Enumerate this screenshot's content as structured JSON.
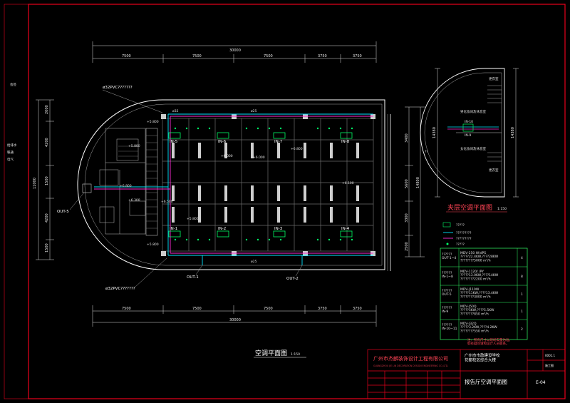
{
  "title_main": "空调平面图",
  "scale_main": "1:150",
  "title_mezz": "夹层空调平面图",
  "scale_mezz": "1:150",
  "pipe_label_top": "ø32PVC???????",
  "pipe_label_bottom": "ø32PVC???????",
  "pipe_sizes": {
    "p32": "ø32",
    "p25a": "ø25",
    "p25b": "ø25"
  },
  "dims_top": {
    "total": "30000",
    "seg": [
      "7500",
      "7500",
      "7500",
      "3750",
      "3750"
    ]
  },
  "dims_bottom": {
    "total": "30000",
    "seg": [
      "7500",
      "7500",
      "7500",
      "3750",
      "3750"
    ]
  },
  "dims_left": {
    "total": "11000",
    "seg": [
      "2000",
      "4200",
      "1500",
      "4200",
      "1500"
    ]
  },
  "dims_right": {
    "total": "14800",
    "seg": [
      "3400",
      "5600",
      "3300",
      "2500"
    ]
  },
  "mezz_dims": {
    "left": "14380",
    "right": "14380",
    "note": "??"
  },
  "units_in": [
    "IN-5",
    "IN-6",
    "IN-7",
    "IN-8",
    "IN-1",
    "IN-2",
    "IN-3",
    "IN-4"
  ],
  "units_out": [
    "OUT-5",
    "OUT-1",
    "OUT-2"
  ],
  "mezz_unit": "IN-10",
  "mezz_labels": {
    "m1": "男化妆间及休息室",
    "m2": "女化妆间及休息室",
    "m3": "更衣室",
    "m4": "更衣室",
    "m5": "IN-9"
  },
  "elev_labels": [
    "+5.800",
    "+5.800",
    "+6.000",
    "+6.000",
    "+6.100",
    "+5.800",
    "+6.500",
    "+6.800",
    "+6.300",
    "+5.800",
    "+6.800"
  ],
  "legend": [
    {
      "label": "?????"
    },
    {
      "label": "?????????"
    },
    {
      "label": "?????????"
    },
    {
      "label": "?????"
    }
  ],
  "spec_table": {
    "rows": [
      {
        "name": "??????\nOUT-1~4",
        "spec": "MDV-250 W/dPS\n?????22.4KW,????28KW\n????????5000 m³/h",
        "qty": "4"
      },
      {
        "name": "??????\nIN-1~8",
        "spec": "MDV-1120/ /PY\n?????13.0KW,????14KW\n????????2200 m³/h",
        "qty": "8"
      },
      {
        "name": "??????\nOUT-5",
        "spec": "MDV-J110W\n?????11KW,????13.4KW\n????????3000 m³/h",
        "qty": "1"
      },
      {
        "name": "??????\nIN-9",
        "spec": "MDV-J50Q\n?????5KW,????5.5KW\n????????850 m³/h",
        "qty": "1"
      },
      {
        "name": "??????\nIN-10~11",
        "spec": "MDV-J32Q\n?????3.2KW,????4.2KW\n????????550 m³/h",
        "qty": "2"
      }
    ]
  },
  "notes": "注：所有尺寸以现场实量为准，\n如有疑问请和设计人员联系。",
  "title_block": {
    "company": "广州市杰麟装饰设计工程有限公司",
    "company_en": "GUANGZHOU JIE LIN DECORATION DESIGN ENGINEERING CO.,LTD.",
    "project": "广州市市政建设学校\n花都校区综合大楼",
    "drawing_name": "报告厅空调平面图",
    "drawing_no": "E-04",
    "code": "0001.1",
    "stage": "施工图"
  },
  "left_strip": [
    "会签",
    "给排水",
    "暖通",
    "电气"
  ],
  "colors": {
    "border": "#e8001c",
    "wall": "#ffffff",
    "pipe_cyan": "#00e5ff",
    "pipe_magenta": "#ff2bd6",
    "unit": "#00ff66",
    "ceiling": "#6b6b6b",
    "title_frame": "#e8001c",
    "table": "#33ff66"
  }
}
